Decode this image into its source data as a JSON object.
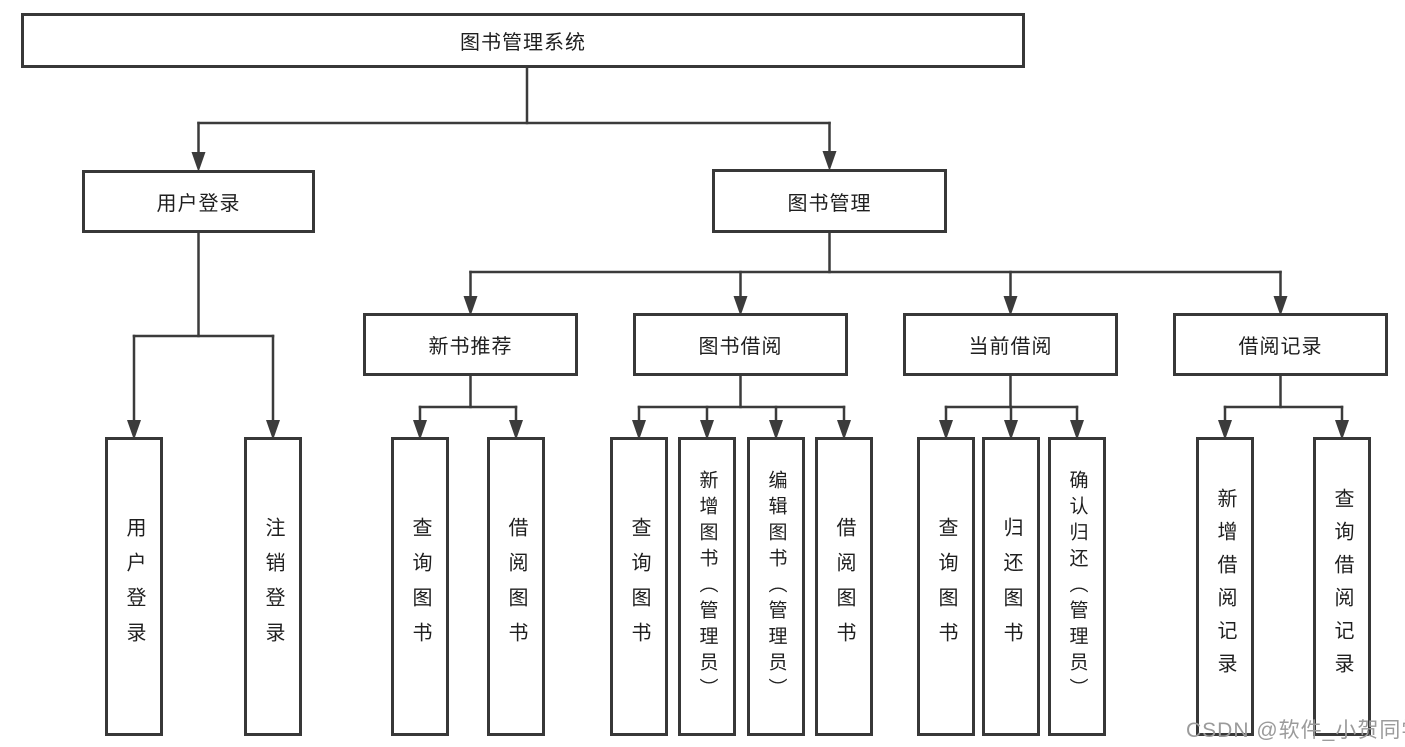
{
  "diagram": {
    "watermark": "CSDN @软件_小贺同学",
    "colors": {
      "line": "#3b3b3b",
      "box_border": "#383838",
      "text": "#1f1f1f",
      "watermark": "#9b9b9b",
      "background": "#ffffff"
    },
    "tree": {
      "root": {
        "label": "图书管理系统"
      },
      "branches": [
        {
          "label": "用户登录",
          "children": [
            "用户登录",
            "注销登录"
          ]
        },
        {
          "label": "图书管理",
          "groups": [
            {
              "label": "新书推荐",
              "children": [
                "查询图书",
                "借阅图书"
              ]
            },
            {
              "label": "图书借阅",
              "children": [
                "查询图书",
                "新增图书（管理员）",
                "编辑图书（管理员）",
                "借阅图书"
              ]
            },
            {
              "label": "当前借阅",
              "children": [
                "查询图书",
                "归还图书",
                "确认归还（管理员）"
              ]
            },
            {
              "label": "借阅记录",
              "children": [
                "新增借阅记录",
                "查询借阅记录"
              ]
            }
          ]
        }
      ]
    }
  }
}
